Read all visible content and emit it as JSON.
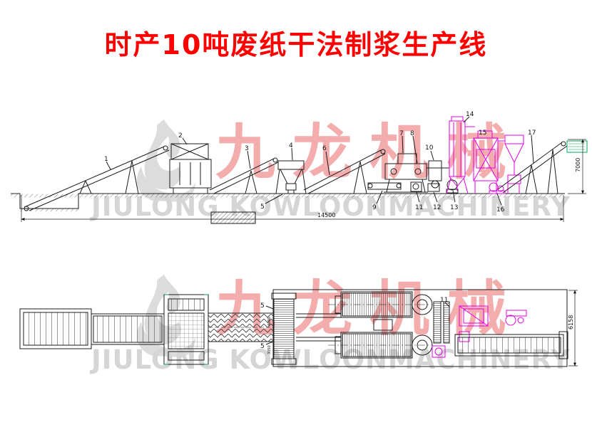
{
  "page": {
    "title": "时产10吨废纸干法制浆生产线",
    "title_color": "#ff0000",
    "background": "#ffffff"
  },
  "watermark": {
    "brand_cn": "九龙机械",
    "brand_en": "JIULONG KOWLOONMACHINERY",
    "logo": "jiulong-flame-logo",
    "cn_color": "rgba(228,74,74,0.45)",
    "en_color": "#d5d5d5"
  },
  "elevation": {
    "description": "side elevation view of pulping line",
    "labels": {
      "n1": "1",
      "n2": "2",
      "n3": "3",
      "n4": "4",
      "n5": "5",
      "n6": "6",
      "n7": "7",
      "n8": "8",
      "n9": "9",
      "n10": "10",
      "n11": "11",
      "n12": "12",
      "n13": "13",
      "n14": "14",
      "n15": "15",
      "n16": "16",
      "n17": "17"
    },
    "dims": {
      "length": "14500",
      "height": "7000"
    }
  },
  "plan": {
    "description": "top plan view of pulping line",
    "labels": {
      "n5a": "5",
      "n5b": "5",
      "n11": "11"
    },
    "dims": {
      "width": "6158",
      "a": "4800",
      "b": "3050"
    }
  },
  "colors": {
    "accent_magenta": "#e400e4",
    "line_black": "#1c1c1c",
    "green_accent": "#00a651",
    "watermark_gray": "#d5d5d5",
    "watermark_red": "rgba(228,74,74,0.45)"
  }
}
